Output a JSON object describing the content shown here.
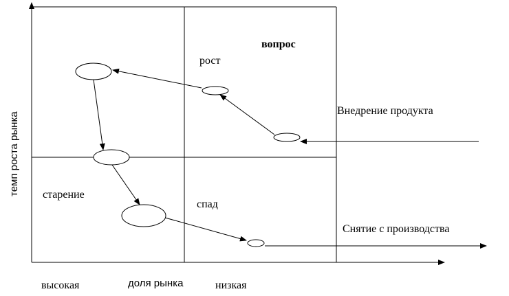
{
  "labels": {
    "question": "вопрос",
    "growth": "рост",
    "product_intro": "Внедрение продукта",
    "aging": "старение",
    "decline": "спад",
    "withdrawal": "Снятие с производства",
    "high": "высокая",
    "market_share": "доля рынка",
    "low": "низкая",
    "growth_rate": "темп роста рынка"
  }
}
